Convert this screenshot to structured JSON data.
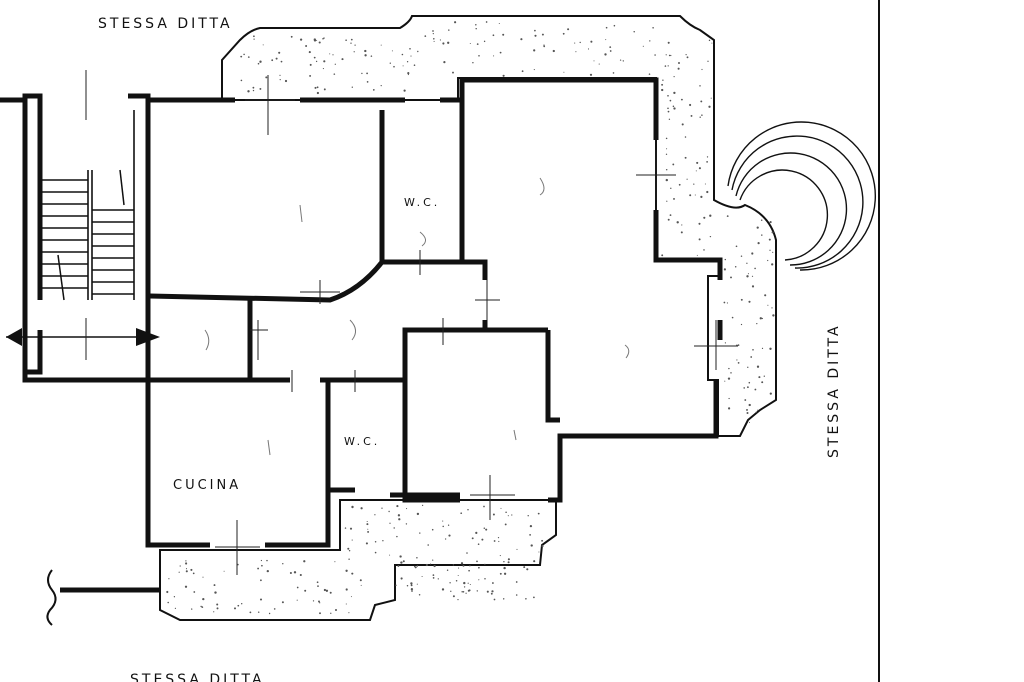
{
  "labels": {
    "top_neighbor": "STESSA DITTA",
    "side_neighbor": "STESSA DITTA",
    "bottom_neighbor": "STESSA DITTA",
    "kitchen": "CUCINA",
    "wc_upper": "W.C.",
    "wc_lower": "W.C."
  },
  "icons": [
    "stair-arrow-icon",
    "door-swing-icon"
  ]
}
